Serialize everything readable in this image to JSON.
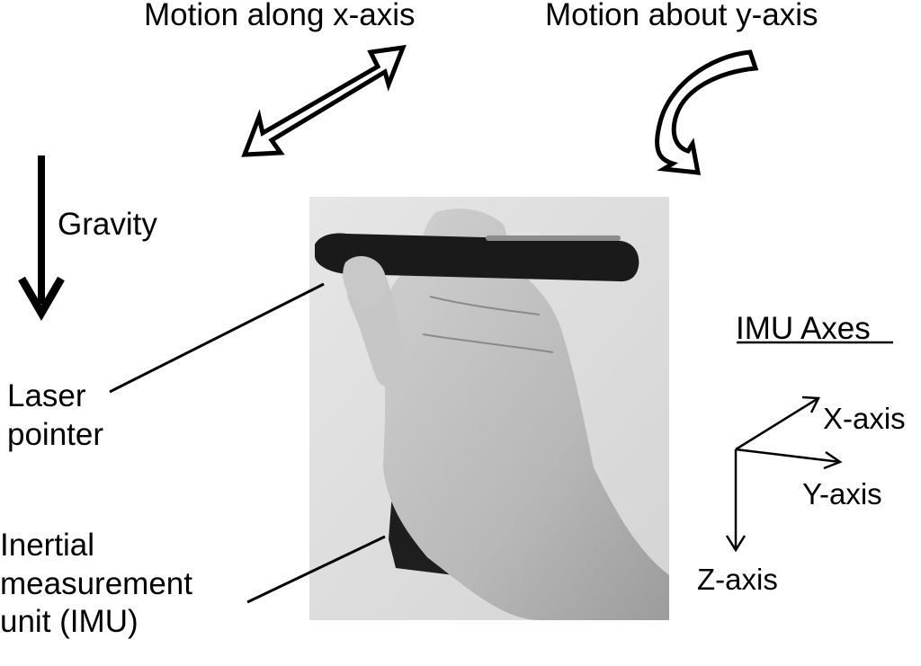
{
  "labels": {
    "motion_x": "Motion along x-axis",
    "motion_y": "Motion about y-axis",
    "gravity": "Gravity",
    "laser": [
      "Laser",
      "pointer"
    ],
    "imu": [
      "Inertial",
      "measurement",
      "unit (IMU)"
    ],
    "imu_axes_title": "IMU Axes",
    "x_axis": "X-axis",
    "y_axis": "Y-axis",
    "z_axis": "Z-axis"
  },
  "photo": {
    "subject": "hand holding laser pointer with attached IMU",
    "style": "grayscale"
  }
}
